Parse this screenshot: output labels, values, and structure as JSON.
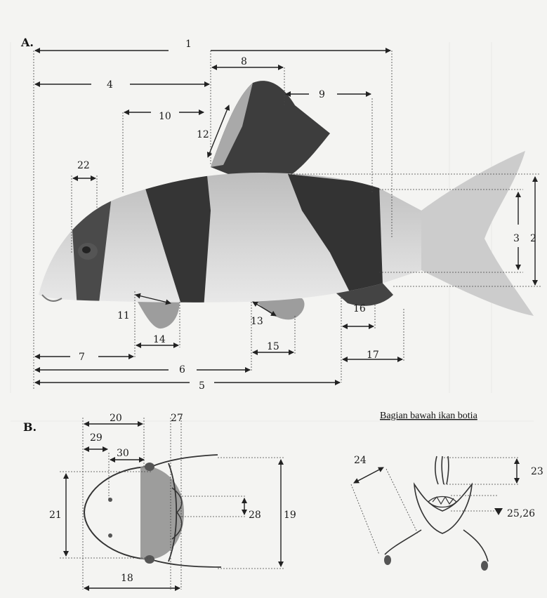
{
  "panel_a_label": "A.",
  "panel_b_label": "B.",
  "underside_caption": "Bagian bawah ikan botia",
  "measurements_a": {
    "m1": "1",
    "m2": "2",
    "m3": "3",
    "m4": "4",
    "m5": "5",
    "m6": "6",
    "m7": "7",
    "m8": "8",
    "m9": "9",
    "m10": "10",
    "m11": "11",
    "m12": "12",
    "m13": "13",
    "m14": "14",
    "m15": "15",
    "m16": "16",
    "m17": "17",
    "m22": "22"
  },
  "measurements_b": {
    "m18": "18",
    "m19": "19",
    "m20": "20",
    "m21": "21",
    "m27": "27",
    "m28": "28",
    "m29": "29",
    "m30": "30"
  },
  "measurements_underside": {
    "m23": "23",
    "m24": "24",
    "m2526": "25,26"
  },
  "colors": {
    "paper": "#f4f4f2",
    "fish_light": "#cfcfcf",
    "fish_band": "#3a3a3a",
    "ink": "#222222"
  }
}
